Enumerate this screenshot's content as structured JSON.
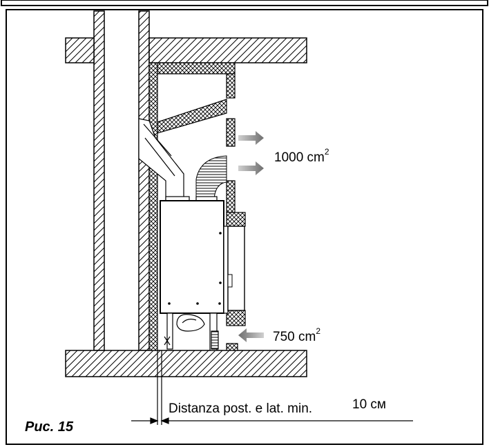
{
  "labels": {
    "outlet_area": "1000 cm",
    "outlet_exp": "2",
    "inlet_area": "750 cm",
    "inlet_exp": "2",
    "distance_text": "Distanza post. e lat. min.",
    "distance_value": "10 см",
    "figure_label": "Рис. 15"
  },
  "colors": {
    "line": "#000000",
    "arrow": "#8c8c8c",
    "background": "#ffffff"
  }
}
